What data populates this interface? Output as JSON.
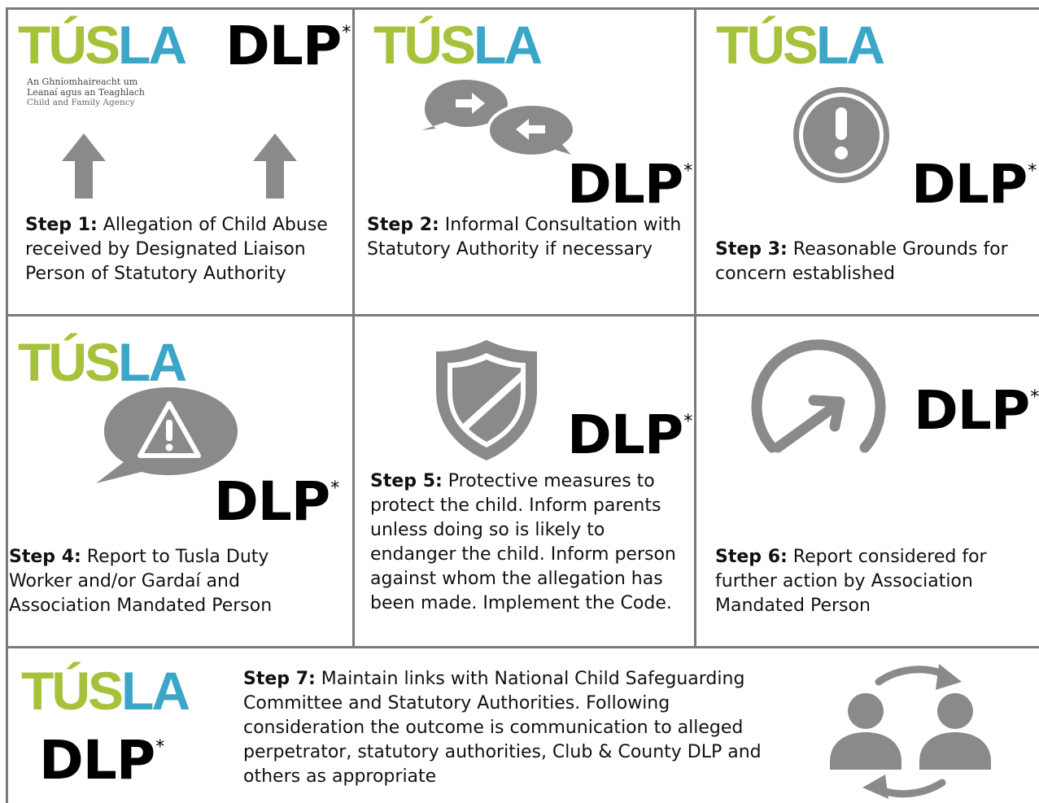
{
  "logo": {
    "part1": "TÚS",
    "part2": "LA",
    "irish_line1": "An Ghníomhaireacht um",
    "irish_line2": "Leanaí agus an Teaghlach",
    "english_line": "Child and Family Agency"
  },
  "dlp": {
    "label": "DLP",
    "mark": "*"
  },
  "steps": [
    {
      "title": "Step 1:",
      "body": "Allegation of Child Abuse received by Designated Liaison Person of Statutory Authority"
    },
    {
      "title": "Step 2:",
      "body": "Informal Consultation with Statutory Authority if necessary"
    },
    {
      "title": "Step 3:",
      "body": "Reasonable Grounds for concern established"
    },
    {
      "title": "Step 4:",
      "body": "Report to Tusla Duty Worker and/or Gardaí and Association Mandated Person"
    },
    {
      "title": "Step 5:",
      "body": "Protective measures to protect the child. Inform parents unless doing so is likely to endanger the child. Inform person against whom the allegation has been made. Implement the Code."
    },
    {
      "title": "Step 6:",
      "body": "Report considered for further action by Association Mandated Person"
    },
    {
      "title": "Step 7:",
      "body": "Maintain links with National Child Safeguarding Committee and Statutory Authorities. Following consideration the outcome is communication to alleged perpetrator, statutory authorities, Club & County DLP and others as appropriate"
    }
  ],
  "colors": {
    "grid": "#7a7a7a",
    "icon": "#8a8a8a",
    "tusla_green": "#a6c23a",
    "tusla_blue": "#3aa6c8"
  }
}
